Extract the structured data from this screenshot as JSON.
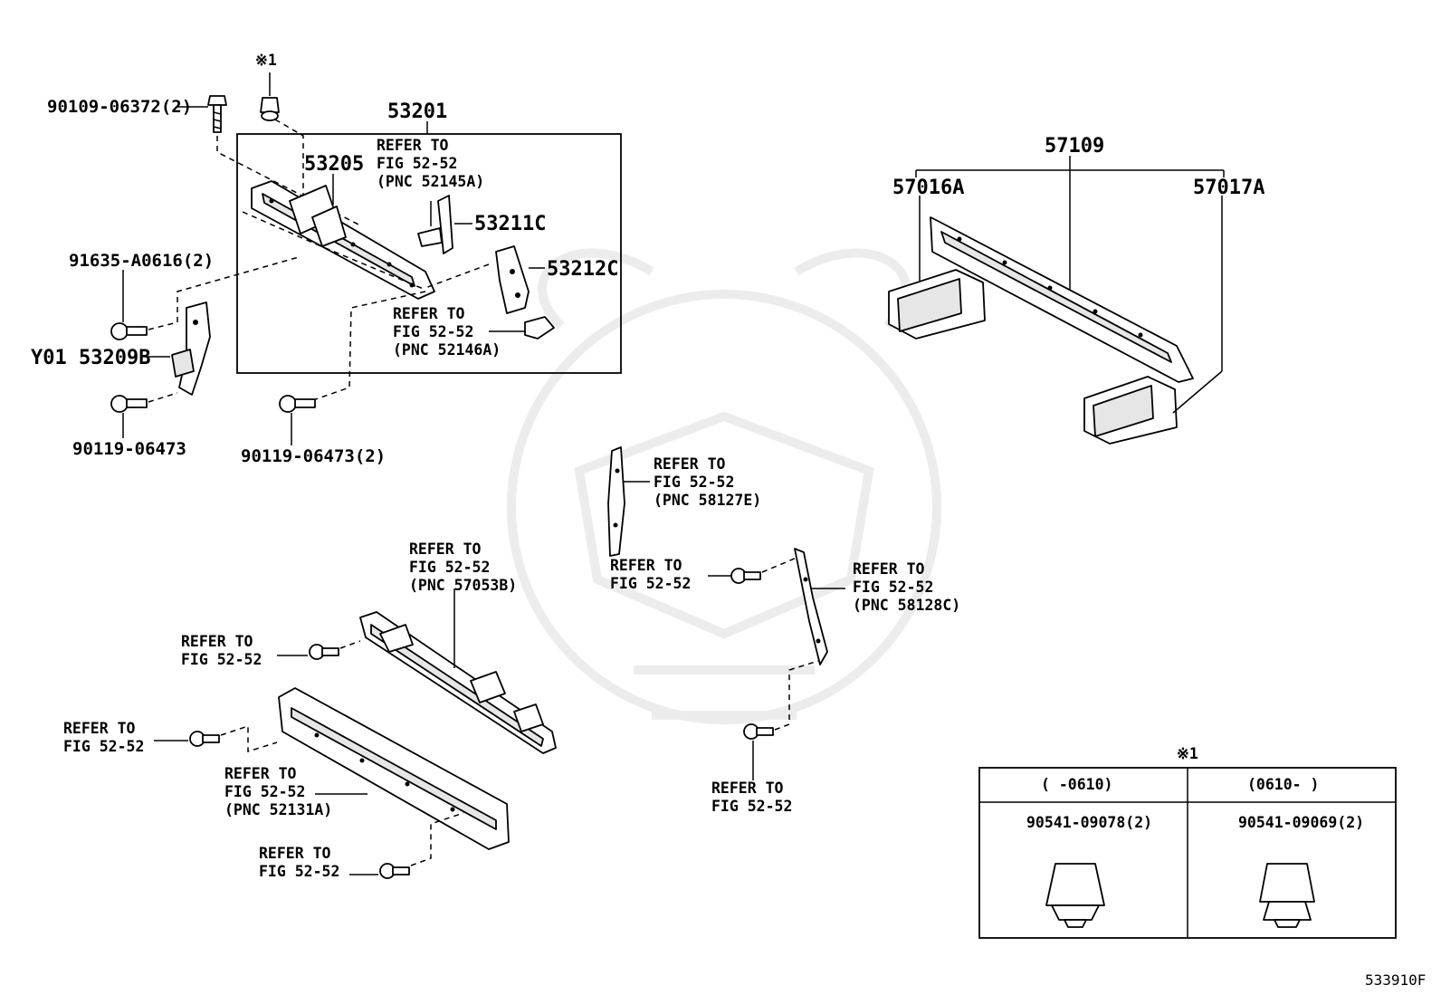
{
  "callouts": {
    "c90109": "90109-06372(2)",
    "note1": "※1",
    "c53201": "53201",
    "c53205": "53205",
    "ref52145a_1": "REFER TO",
    "ref52145a_2": "FIG 52-52",
    "ref52145a_3": "(PNC 52145A)",
    "c53211c": "53211C",
    "c53212c": "53212C",
    "ref52146a_1": "REFER TO",
    "ref52146a_2": "FIG 52-52",
    "ref52146a_3": "(PNC 52146A)",
    "c91635": "91635-A0616(2)",
    "c53209b": "Y01 53209B",
    "c90119a": "90119-06473",
    "c90119b": "90119-06473(2)",
    "c57109": "57109",
    "c57016a": "57016A",
    "c57017a": "57017A",
    "ref58127e_1": "REFER TO",
    "ref58127e_2": "FIG 52-52",
    "ref58127e_3": "(PNC 58127E)",
    "ref57053b_1": "REFER TO",
    "ref57053b_2": "FIG 52-52",
    "ref57053b_3": "(PNC 57053B)",
    "refmid_1": "REFER TO",
    "refmid_2": "FIG 52-52",
    "ref58128c_1": "REFER TO",
    "ref58128c_2": "FIG 52-52",
    "ref58128c_3": "(PNC 58128C)",
    "refleft1_1": "REFER TO",
    "refleft1_2": "FIG 52-52",
    "refleft2_1": "REFER TO",
    "refleft2_2": "FIG 52-52",
    "ref52131a_1": "REFER TO",
    "ref52131a_2": "FIG 52-52",
    "ref52131a_3": "(PNC 52131A)",
    "refbot_1": "REFER TO",
    "refbot_2": "FIG 52-52",
    "refbr_1": "REFER TO",
    "refbr_2": "FIG 52-52"
  },
  "legend_table": {
    "mark": "※1",
    "col1_header": "(    -0610)",
    "col2_header": "(0610-    )",
    "col1_part": "90541-09078(2)",
    "col2_part": "90541-09069(2)"
  },
  "footer": {
    "figure_code": "533910F"
  }
}
